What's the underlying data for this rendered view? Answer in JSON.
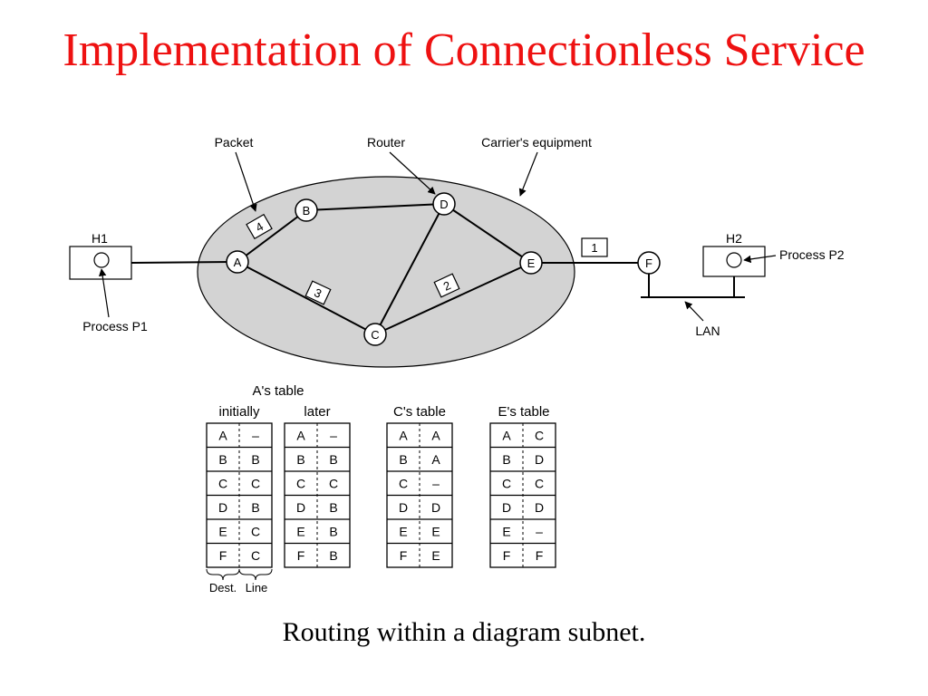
{
  "title": "Implementation of Connectionless Service",
  "caption": "Routing within a diagram subnet.",
  "colors": {
    "title": "#ee1111",
    "carrier_fill": "#d3d3d3",
    "line": "#000000"
  },
  "callouts": {
    "packet": "Packet",
    "router": "Router",
    "carrier": "Carrier's equipment",
    "process_p1": "Process P1",
    "process_p2": "Process P2",
    "lan": "LAN"
  },
  "hosts": {
    "h1": "H1",
    "h2": "H2"
  },
  "routers": {
    "a": "A",
    "b": "B",
    "c": "C",
    "d": "D",
    "e": "E",
    "f": "F"
  },
  "packets": {
    "p1": "1",
    "p2": "2",
    "p3": "3",
    "p4": "4"
  },
  "tables": {
    "a_heading": "A's table",
    "a_initially": {
      "label": "initially",
      "rows": [
        {
          "dest": "A",
          "line": "–"
        },
        {
          "dest": "B",
          "line": "B"
        },
        {
          "dest": "C",
          "line": "C"
        },
        {
          "dest": "D",
          "line": "B"
        },
        {
          "dest": "E",
          "line": "C"
        },
        {
          "dest": "F",
          "line": "C"
        }
      ]
    },
    "a_later": {
      "label": "later",
      "rows": [
        {
          "dest": "A",
          "line": "–"
        },
        {
          "dest": "B",
          "line": "B"
        },
        {
          "dest": "C",
          "line": "C"
        },
        {
          "dest": "D",
          "line": "B"
        },
        {
          "dest": "E",
          "line": "B"
        },
        {
          "dest": "F",
          "line": "B"
        }
      ]
    },
    "c": {
      "label": "C's table",
      "rows": [
        {
          "dest": "A",
          "line": "A"
        },
        {
          "dest": "B",
          "line": "A"
        },
        {
          "dest": "C",
          "line": "–"
        },
        {
          "dest": "D",
          "line": "D"
        },
        {
          "dest": "E",
          "line": "E"
        },
        {
          "dest": "F",
          "line": "E"
        }
      ]
    },
    "e": {
      "label": "E's table",
      "rows": [
        {
          "dest": "A",
          "line": "C"
        },
        {
          "dest": "B",
          "line": "D"
        },
        {
          "dest": "C",
          "line": "C"
        },
        {
          "dest": "D",
          "line": "D"
        },
        {
          "dest": "E",
          "line": "–"
        },
        {
          "dest": "F",
          "line": "F"
        }
      ]
    },
    "dest_label": "Dest.",
    "line_label": "Line"
  }
}
